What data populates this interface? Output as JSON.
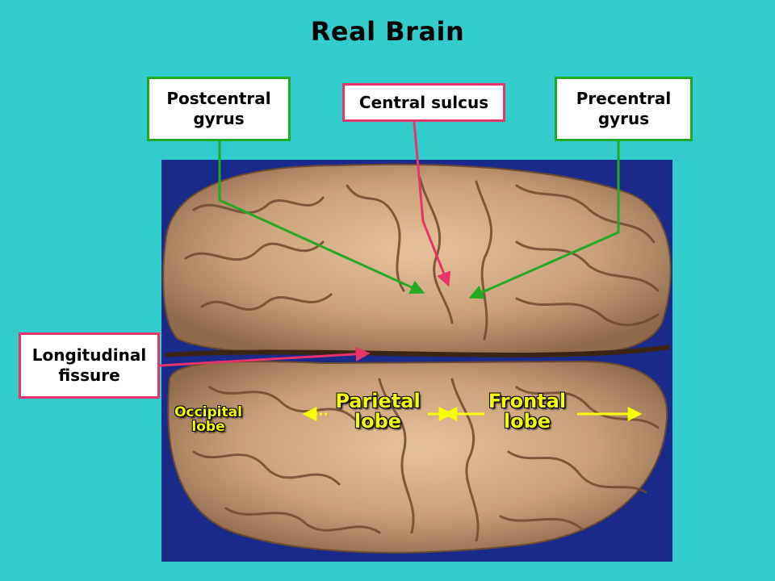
{
  "title": "Real Brain",
  "labels": {
    "postcentral": "Postcentral\ngyrus",
    "central": "Central sulcus",
    "precentral": "Precentral\ngyrus",
    "longitudinal": "Longitudinal\nfissure"
  },
  "lobes": {
    "occipital": "Occipital\nlobe",
    "parietal": "Parietal\nlobe",
    "frontal": "Frontal\nlobe"
  },
  "colors": {
    "background": "#33cccc",
    "green_leader": "#22aa22",
    "pink_leader": "#e8336b",
    "lobe_text": "#f5ff00",
    "photo_backdrop": "#1a2a8a",
    "brain_tissue": "#c9a07a"
  }
}
